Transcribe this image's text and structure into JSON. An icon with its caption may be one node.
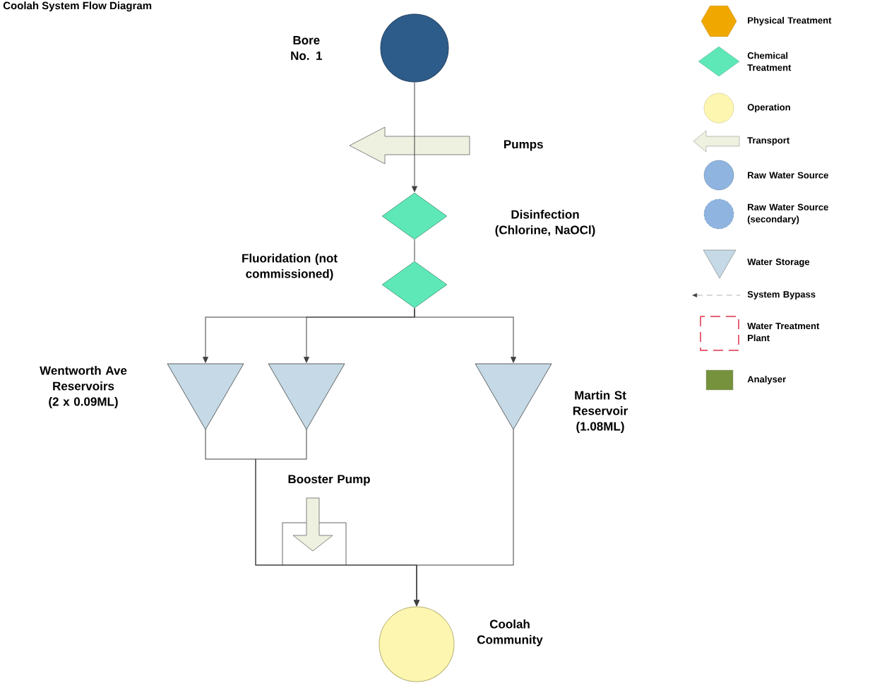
{
  "diagram": {
    "title": "Coolah System Flow Diagram",
    "nodes": [
      {
        "text": [
          "Bore No. 1"
        ]
      },
      {
        "text": [
          "Pumps"
        ]
      },
      {
        "text": [
          "Disinfection (Chlorine, NaOCl)"
        ]
      },
      {
        "text": [
          "Fluoridation (not commissioned)"
        ]
      },
      {
        "text": [
          "Wentworth Ave Reservoirs (2 x 0.09ML)"
        ]
      },
      {
        "text": [],
        "shape": "triangle"
      },
      {
        "text": [
          "Martin St Reservoir (1.08ML)"
        ]
      },
      {
        "text": [
          "Booster Pump"
        ]
      },
      {
        "text": [
          "Coolah Community"
        ]
      }
    ],
    "edges": [
      {
        "from": 0,
        "to": 1,
        "arrow": "none"
      },
      {
        "from": 1,
        "to": 2,
        "arrow": "to"
      },
      {
        "from": 2,
        "to": 3,
        "arrow": "none"
      },
      {
        "from": 3,
        "to": 4,
        "arrow": "to"
      },
      {
        "from": 3,
        "to": 5,
        "arrow": "to"
      },
      {
        "from": 3,
        "to": 6,
        "arrow": "to"
      },
      {
        "from": 4,
        "to": 8,
        "arrow": "to"
      },
      {
        "from": 5,
        "to": 8,
        "arrow": "to"
      },
      {
        "from": 6,
        "to": 8,
        "arrow": "to"
      }
    ],
    "legend": [
      {
        "text": "Physical Treatment"
      },
      {
        "text": "Chemical Treatment"
      },
      {
        "text": "Operation"
      },
      {
        "text": "Transport"
      },
      {
        "text": "Raw Water Source"
      },
      {
        "text": "Raw Water Source (secondary)"
      },
      {
        "text": "Water Storage"
      },
      {
        "text": "System Bypass"
      },
      {
        "text": "Water Treatment Plant"
      },
      {
        "text": "Analyser",
        "color": "#76923c"
      }
    ]
  }
}
